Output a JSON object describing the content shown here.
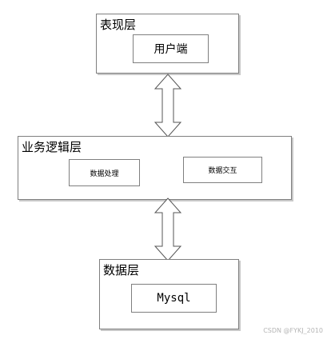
{
  "layers": {
    "presentation": {
      "title": "表现层",
      "items": [
        "用户端"
      ]
    },
    "business": {
      "title": "业务逻辑层",
      "items": [
        "数据处理",
        "数据交互"
      ]
    },
    "data": {
      "title": "数据层",
      "items": [
        "Mysql"
      ]
    }
  },
  "watermark": "CSDN @FYKJ_2010"
}
